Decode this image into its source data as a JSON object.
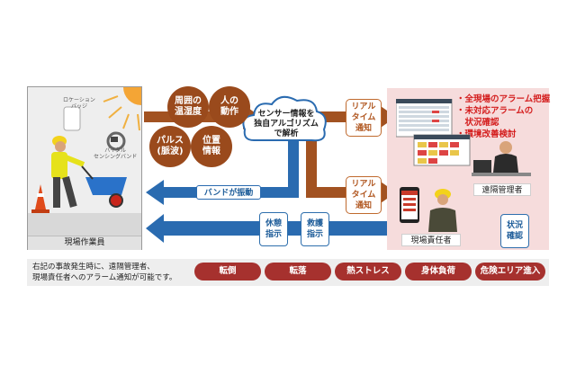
{
  "worker": {
    "label": "現場作業員",
    "badge_location": "ロケーション\nバッジ",
    "badge_vital": "バイタル\nセンシングバンド"
  },
  "bubbles": [
    {
      "label": "周囲の\n温湿度"
    },
    {
      "label": "人の\n動作"
    },
    {
      "label": "パルス\n(脈波)"
    },
    {
      "label": "位置\n情報"
    }
  ],
  "cloud": {
    "text": "センサー情報を\n独自アルゴリズム\nで解析"
  },
  "realtime_top": "リアル\nタイム\n通知",
  "realtime_bottom": "リアル\nタイム\n通知",
  "band_vibration": "バンドが振動",
  "rest_instruction": "休憩\n指示",
  "rescue_instruction": "救護\n指示",
  "status_check": "状況\n確認",
  "remote_manager": {
    "label": "遠隔管理者",
    "tasks": [
      "・全現場のアラーム把握",
      "・未対応アラームの",
      "　状況確認",
      "・環境改善検討"
    ]
  },
  "site_manager": {
    "label": "現場責任者"
  },
  "bottom": {
    "note_line1": "右記の事故発生時に、遠隔管理者、",
    "note_line2": "現場責任者へのアラーム通知が可能です。",
    "incidents": [
      "転倒",
      "転落",
      "熱ストレス",
      "身体負荷",
      "危険エリア進入"
    ]
  },
  "colors": {
    "bubble": "#9a4a1c",
    "orange_arrow": "#a25221",
    "blue_arrow": "#2a6bb0",
    "pill": "#a6312e",
    "alarm_text": "#d41e1e",
    "right_panel": "#f6dcdc"
  }
}
